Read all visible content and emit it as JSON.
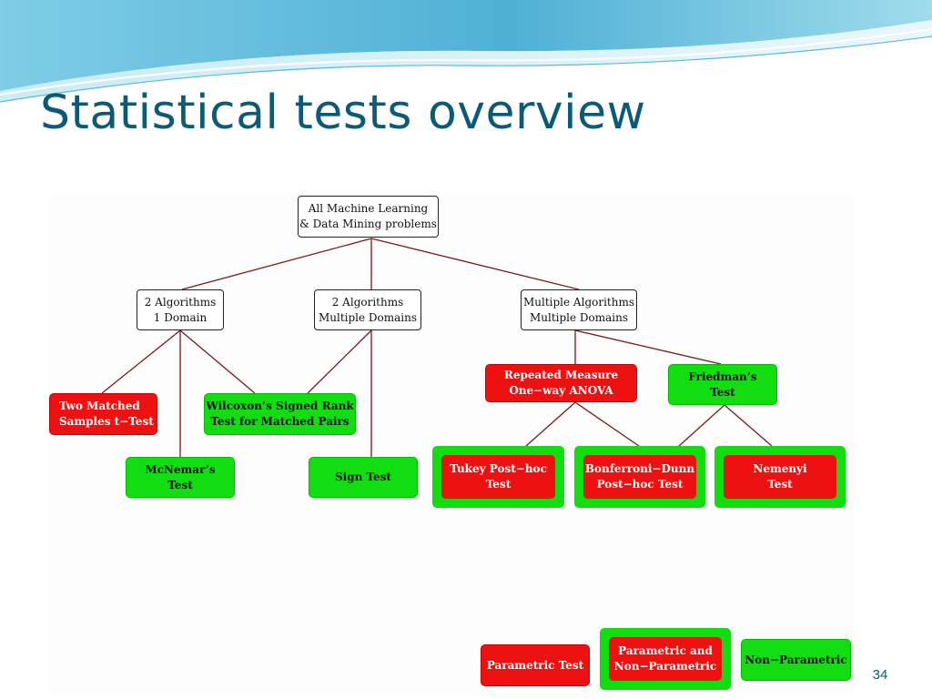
{
  "slide": {
    "title": "Statistical tests overview",
    "page_number": "34"
  },
  "colors": {
    "title": "#0b5a78",
    "parametric": "#ee1111",
    "non_parametric": "#11dd11",
    "connector": "#8b1a1a"
  },
  "diagram": {
    "root": "All Machine Learning\n& Data Mining problems",
    "two_alg_one_domain": "2 Algorithms\n1 Domain",
    "two_alg_multi_domain": "2 Algorithms\nMultiple Domains",
    "multi_alg_multi_domain": "Multiple Algorithms\nMultiple Domains",
    "two_matched_t_test": "Two Matched\nSamples t−Test",
    "mcnemar": "McNemar’s\nTest",
    "wilcoxon": "Wilcoxon’s Signed Rank\nTest for Matched Pairs",
    "sign_test": "Sign Test",
    "anova": "Repeated Measure\nOne−way ANOVA",
    "friedman": "Friedman’s\nTest",
    "tukey": "Tukey Post−hoc\nTest",
    "bonferroni": "Bonferroni−Dunn\nPost−hoc Test",
    "nemenyi": "Nemenyi\nTest"
  },
  "legend": {
    "parametric": "Parametric Test",
    "both": "Parametric and\nNon−Parametric",
    "non_parametric": "Non−Parametric"
  }
}
